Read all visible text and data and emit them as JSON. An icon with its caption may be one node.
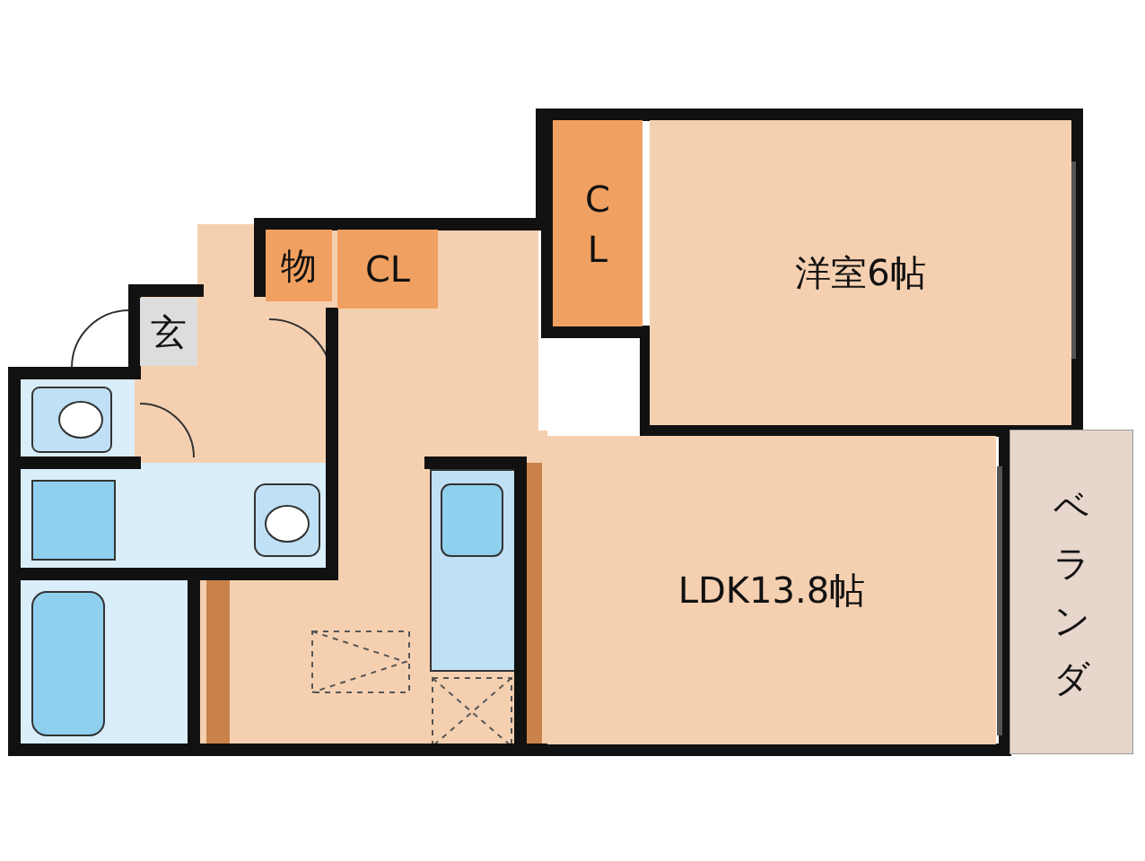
{
  "diagram": {
    "nodes": [
      {
        "text": [
          "C L"
        ]
      },
      {
        "text": [
          "物"
        ]
      },
      {
        "text": [
          "CL"
        ]
      },
      {
        "text": [
          "洋室6帖"
        ]
      },
      {
        "text": [
          "玄"
        ]
      },
      {
        "text": [
          "LDK13.8帖"
        ]
      },
      {
        "text": [
          "ベランダ"
        ]
      }
    ]
  }
}
